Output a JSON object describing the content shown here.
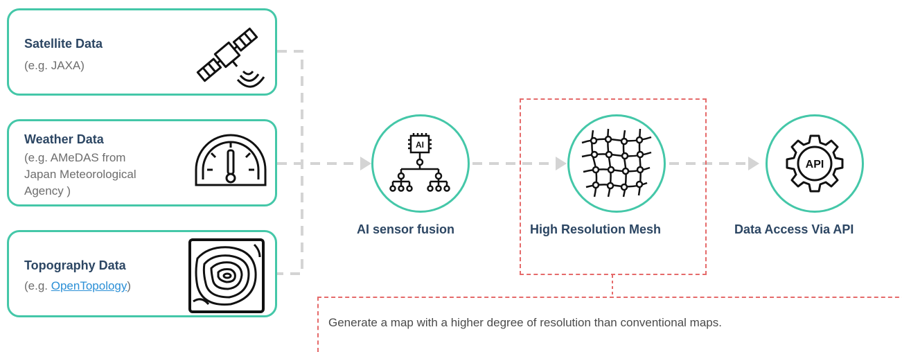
{
  "sources": [
    {
      "title": "Satellite Data",
      "subtitle_lines": [
        "(e.g. JAXA)"
      ],
      "icon": "satellite-icon"
    },
    {
      "title": "Weather Data",
      "subtitle_lines": [
        "(e.g. AMeDAS from",
        "Japan Meteorological",
        "Agency )"
      ],
      "icon": "gauge-icon"
    },
    {
      "title": "Topography Data",
      "subtitle_prefix": "(e.g. ",
      "subtitle_link": "OpenTopology",
      "subtitle_suffix": ")",
      "icon": "topography-icon"
    }
  ],
  "nodes": [
    {
      "label": "AI sensor fusion",
      "icon": "ai-chip-icon",
      "chip_text": "AI"
    },
    {
      "label": "High Resolution Mesh",
      "icon": "mesh-icon"
    },
    {
      "label": "Data Access Via API",
      "icon": "api-gear-icon",
      "gear_text": "API"
    }
  ],
  "note": "Generate a map with a higher degree of resolution than conventional maps.",
  "colors": {
    "accent": "#44c7a8",
    "title": "#2c4663",
    "connector": "#d4d4d4",
    "highlight": "#e56a6a",
    "link": "#2a8fd6"
  }
}
